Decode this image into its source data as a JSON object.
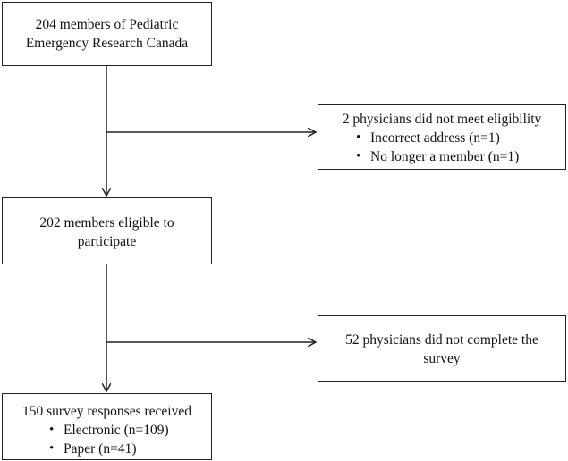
{
  "flowchart": {
    "start_box": {
      "lines": [
        "204 members of Pediatric",
        "Emergency Research Canada"
      ]
    },
    "exclusion_1": {
      "title": "2 physicians did not meet eligibility",
      "items": [
        "Incorrect address (n=1)",
        "No longer a member (n=1)"
      ]
    },
    "eligible_box": {
      "lines": [
        "202 members eligible to",
        "participate"
      ]
    },
    "exclusion_2": {
      "lines": [
        "52 physicians did not complete the",
        "survey"
      ]
    },
    "final_box": {
      "title": "150 survey responses received",
      "items": [
        "Electronic (n=109)",
        "Paper (n=41)"
      ]
    }
  }
}
